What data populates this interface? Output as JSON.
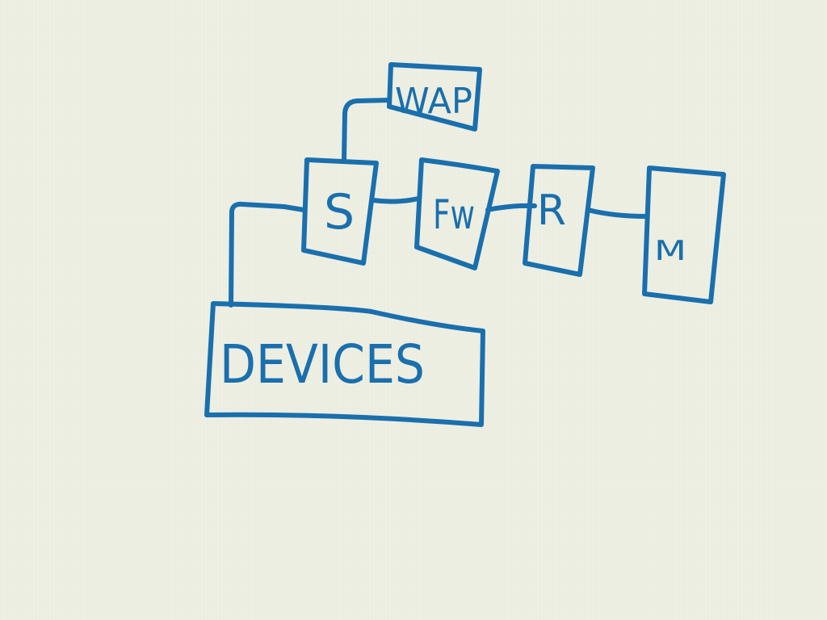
{
  "colors": {
    "ink": "#1a6fad",
    "paper": "#eef0e4"
  },
  "nodes": {
    "wap": {
      "label": "WAP"
    },
    "switch": {
      "label": "S"
    },
    "firewall": {
      "label": "Fw"
    },
    "router": {
      "label": "R"
    },
    "modem": {
      "label": "M"
    },
    "devices": {
      "label": "DEVICES"
    }
  },
  "connections": [
    {
      "from": "switch",
      "to": "wap"
    },
    {
      "from": "switch",
      "to": "firewall"
    },
    {
      "from": "firewall",
      "to": "router"
    },
    {
      "from": "router",
      "to": "modem"
    },
    {
      "from": "switch",
      "to": "devices"
    }
  ]
}
